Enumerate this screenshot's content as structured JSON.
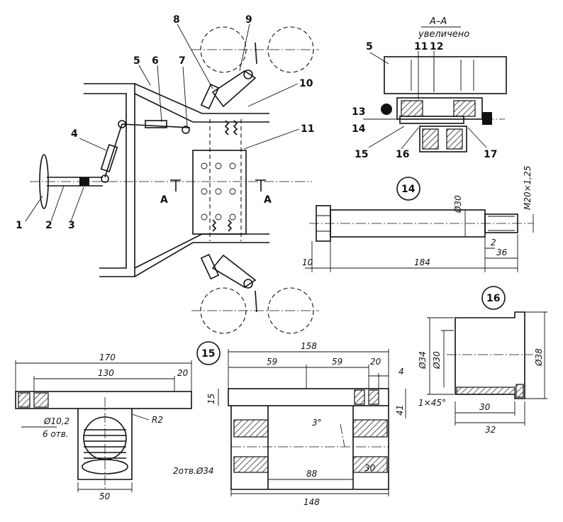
{
  "main_labels": {
    "l1": "1",
    "l2": "2",
    "l3": "3",
    "l4": "4",
    "l5": "5",
    "l6": "6",
    "l7": "7",
    "l8": "8",
    "l9": "9",
    "l10": "10",
    "l11": "11",
    "section_a_left": "A",
    "section_a_right": "A"
  },
  "section_view": {
    "title": "A–A",
    "subtitle": "увеличено",
    "l5": "5",
    "l11": "11",
    "l12": "12",
    "l13": "13",
    "l14": "14",
    "l15": "15",
    "l16": "16",
    "l17": "17"
  },
  "part14": {
    "id": "14",
    "dia": "Ø30",
    "thread": "M20×1,25",
    "len_total": "184",
    "len_head": "10",
    "chamfer": "2",
    "thread_len": "36"
  },
  "part15": {
    "id": "15",
    "len_total": "170",
    "hole_spacing": "130",
    "edge": "20",
    "hole_dia": "Ø10,2",
    "holes": "6 отв.",
    "radius": "R2",
    "width": "50"
  },
  "part17": {
    "len_top": "158",
    "seg1": "59",
    "seg2": "59",
    "seg3": "20",
    "seg4": "4",
    "height_left": "15",
    "height_right": "41",
    "angle": "3°",
    "holes": "2отв.Ø34",
    "inner": "88",
    "side": "30",
    "len_bottom": "148"
  },
  "part16": {
    "id": "16",
    "dia_outer": "Ø34",
    "dia_inner": "Ø30",
    "dia_flange": "Ø38",
    "chamfer": "1×45°",
    "len_body": "30",
    "len_total": "32"
  }
}
